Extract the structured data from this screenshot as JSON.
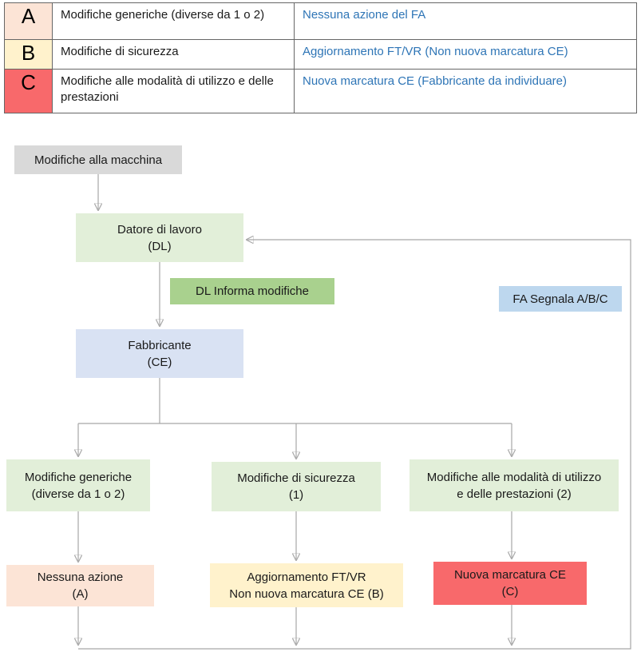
{
  "colors": {
    "peach": "#fce4d6",
    "light_yellow": "#fff2cc",
    "coral_red": "#f8696b",
    "light_green": "#e2efd9",
    "green_label": "#a9d18e",
    "light_blue_label": "#bdd7ee",
    "periwinkle": "#d9e2f3",
    "gray_box": "#d9d9d9",
    "blue_text": "#2e75b6",
    "connector_gray": "#a6a6a6"
  },
  "legend": {
    "rows": [
      {
        "key": "A",
        "description": "Modifiche generiche (diverse da 1 o 2)",
        "action": "Nessuna azione del FA"
      },
      {
        "key": "B",
        "description": "Modifiche di sicurezza",
        "action": "Aggiornamento FT/VR (Non nuova marcatura CE)"
      },
      {
        "key": "C",
        "description": "Modifiche alle modalità di utilizzo e delle prestazioni",
        "action": "Nuova marcatura CE (Fabbricante da individuare)"
      }
    ]
  },
  "flow": {
    "start": {
      "line1": "Modifiche alla macchina"
    },
    "dl": {
      "line1": "Datore di lavoro",
      "line2": "(DL)"
    },
    "dl_informa": {
      "label": "DL Informa modifiche"
    },
    "fa_segnala": {
      "label": "FA Segnala A/B/C"
    },
    "fabbricante": {
      "line1": "Fabbricante",
      "line2": "(CE)"
    },
    "branch_generiche": {
      "line1": "Modifiche generiche",
      "line2": "(diverse da 1 o 2)"
    },
    "branch_sicurezza": {
      "line1": "Modifiche di sicurezza",
      "line2": "(1)"
    },
    "branch_modalita": {
      "line1": "Modifiche alle modalità di utilizzo",
      "line2": "e delle prestazioni (2)"
    },
    "outcome_a": {
      "line1": "Nessuna azione",
      "line2": "(A)"
    },
    "outcome_b": {
      "line1": "Aggiornamento FT/VR",
      "line2": "Non nuova marcatura CE (B)"
    },
    "outcome_c": {
      "line1": "Nuova marcatura CE",
      "line2": "(C)"
    }
  }
}
